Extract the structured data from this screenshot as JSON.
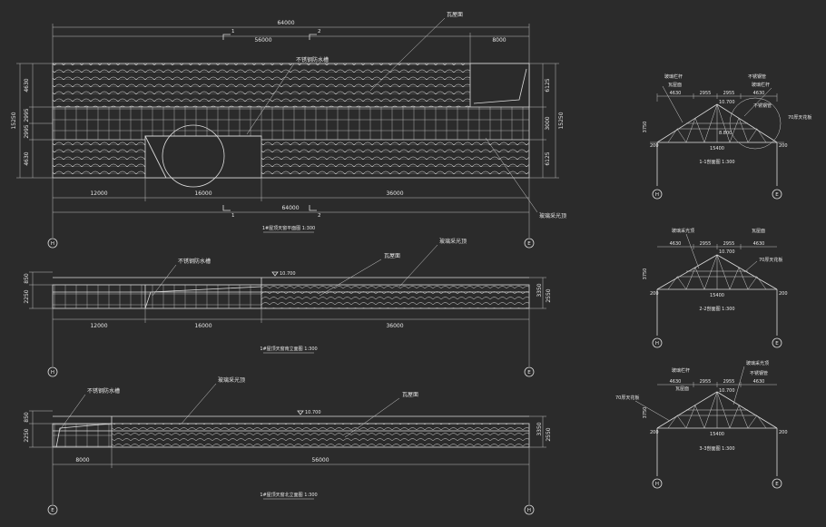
{
  "plan": {
    "title": "1#屋顶天窗平面图 1:300",
    "dim_total": "64000",
    "dim_left": "56000",
    "dim_right": "8000",
    "dim_bottom": [
      "12000",
      "16000",
      "36000"
    ],
    "dim_bottom_total": "64000",
    "left_dims": [
      "4630",
      "2995",
      "2995",
      "4630"
    ],
    "left_total": "15250",
    "right_dims": [
      "6125",
      "3000",
      "6125"
    ],
    "right_total": "15250",
    "label_tile": "瓦屋面",
    "label_gutter": "不锈钢防水槽",
    "label_skylight": "玻璃采光顶",
    "grid_top_1": "1",
    "grid_top_2": "2",
    "grid_bot_1": "1",
    "grid_bot_2": "2",
    "axis_left": "H",
    "axis_right": "E"
  },
  "south": {
    "title": "1#屋顶天窗南立面图 1:300",
    "label_gutter": "不锈钢防水槽",
    "label_tile": "瓦屋面",
    "label_skylight": "玻璃采光顶",
    "elev": "10.700",
    "dims_bottom": [
      "12000",
      "16000",
      "36000"
    ],
    "left_dims": [
      "850",
      "2250"
    ],
    "right_dims": [
      "3350",
      "2550"
    ],
    "axis_left": "H",
    "axis_right": "E"
  },
  "north": {
    "title": "1#屋顶天窗北立面图 1:300",
    "label_gutter": "不锈钢防水槽",
    "label_skylight": "玻璃采光顶",
    "label_tile": "瓦屋面",
    "elev": "10.700",
    "dims_bottom": [
      "8000",
      "56000"
    ],
    "left_dims": [
      "850",
      "2250"
    ],
    "right_dims": [
      "3350",
      "2550"
    ],
    "axis_left": "E",
    "axis_right": "H"
  },
  "sections": [
    {
      "title": "1-1剖面图 1:300",
      "labels": [
        "玻璃栏杆",
        "瓦屋面",
        "不锈钢管",
        "玻璃栏杆",
        "不锈钢管",
        "70厚天花板"
      ],
      "dims_top": [
        "4630",
        "2955",
        "2955",
        "4630"
      ],
      "elev": "10.700",
      "elev2": "8.800",
      "width": "15400",
      "side": "200",
      "height": "3750",
      "axis_left": "H",
      "axis_right": "E"
    },
    {
      "title": "2-2剖面图 1:300",
      "labels": [
        "玻璃采光顶",
        "瓦屋面",
        "70厚天花板"
      ],
      "dims_top": [
        "4630",
        "2955",
        "2955",
        "4630"
      ],
      "elev": "10.700",
      "width": "15400",
      "side": "200",
      "height": "3750",
      "axis_left": "H",
      "axis_right": "E"
    },
    {
      "title": "3-3剖面图 1:300",
      "labels": [
        "玻璃栏杆",
        "瓦屋面",
        "玻璃采光顶",
        "不锈钢管",
        "70厚天花板"
      ],
      "dims_top": [
        "4630",
        "2955",
        "2955",
        "4630"
      ],
      "elev": "10.700",
      "width": "15400",
      "side": "200",
      "height": "3750",
      "axis_left": "H",
      "axis_right": "E"
    }
  ]
}
